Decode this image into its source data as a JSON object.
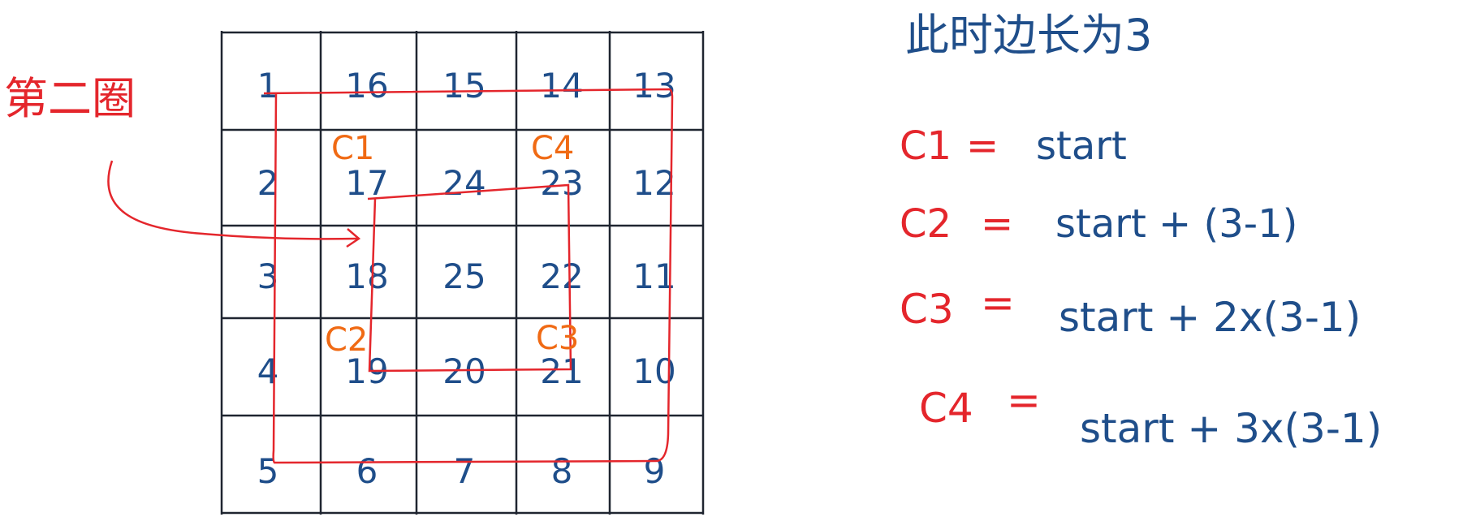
{
  "colors": {
    "grid": "#1f2530",
    "numbers": "#1f4e8a",
    "path": "#e4262c",
    "corner_labels": "#f06a14",
    "formula_text": "#1f4e8a",
    "formula_vars": "#e4262c"
  },
  "grid": {
    "rows": [
      [
        "1",
        "16",
        "15",
        "14",
        "13"
      ],
      [
        "2",
        "17",
        "24",
        "23",
        "12"
      ],
      [
        "3",
        "18",
        "25",
        "22",
        "11"
      ],
      [
        "4",
        "19",
        "20",
        "21",
        "10"
      ],
      [
        "5",
        "6",
        "7",
        "8",
        "9"
      ]
    ]
  },
  "corner_labels": [
    "C1",
    "C4",
    "C2",
    "C3"
  ],
  "annotation": {
    "label": "第二圈"
  },
  "note": {
    "heading": "此时边长为3",
    "formulas": [
      {
        "var": "C1",
        "eq": "=",
        "expr": "start"
      },
      {
        "var": "C2",
        "eq": "=",
        "expr": "start + (3-1)"
      },
      {
        "var": "C3",
        "eq": "=",
        "expr": "start + 2x(3-1)"
      },
      {
        "var": "C4",
        "eq": "=",
        "expr": "start + 3x(3-1)"
      }
    ]
  }
}
